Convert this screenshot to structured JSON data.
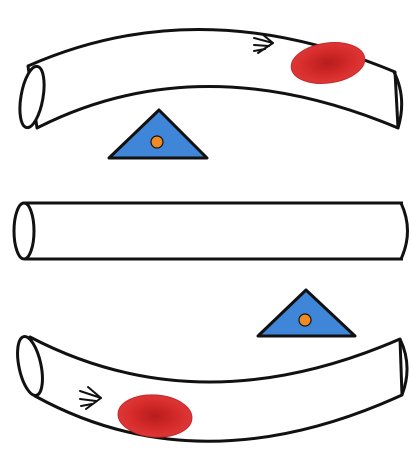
{
  "colors": {
    "outline": "#111111",
    "tube_fill": "#ffffff",
    "cell_red": "#d52a2a",
    "cell_red_center": "#b71c1c",
    "fulcrum_blue": "#3f86d8",
    "pivot_orange": "#f08a24"
  },
  "panels": [
    {
      "id": "top",
      "tube_shape": "concave-down bend",
      "cell": "red-blood-cell",
      "flow_arrow": "triple-chevron-right",
      "fulcrum": "below-tube-left"
    },
    {
      "id": "middle",
      "tube_shape": "straight",
      "cell": "none",
      "flow_arrow": "none",
      "fulcrum": "none"
    },
    {
      "id": "bottom",
      "tube_shape": "concave-up bend",
      "cell": "red-blood-cell",
      "flow_arrow": "triple-chevron-right",
      "fulcrum": "above-tube-right"
    }
  ],
  "icons": {
    "flow": "triple-chevron-arrow-icon",
    "fulcrum": "triangle-fulcrum-icon",
    "pivot": "pivot-dot-icon"
  }
}
